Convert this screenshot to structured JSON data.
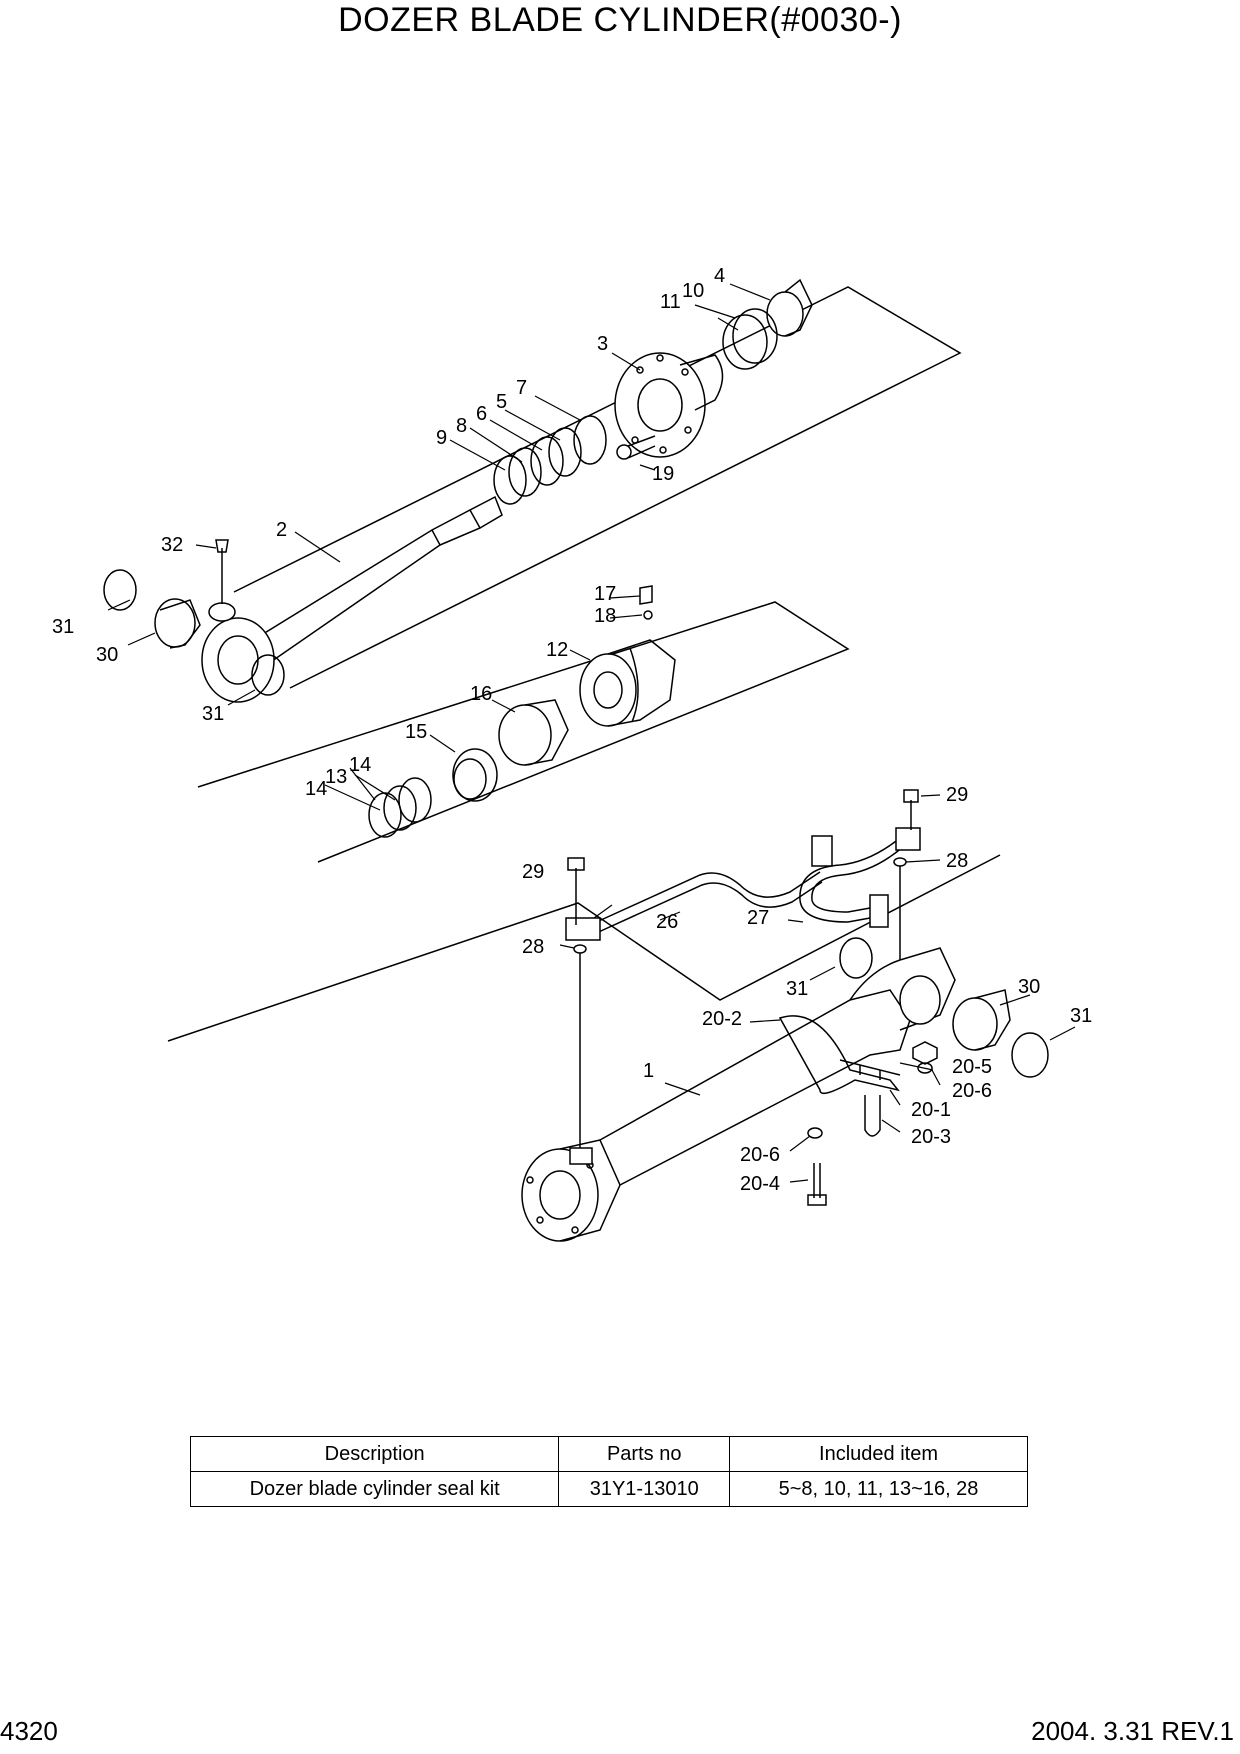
{
  "title": "DOZER BLADE CYLINDER(#0030-)",
  "diagram": {
    "part_labels": [
      "1",
      "2",
      "3",
      "4",
      "5",
      "6",
      "7",
      "8",
      "9",
      "10",
      "11",
      "12",
      "13",
      "14",
      "14",
      "15",
      "16",
      "17",
      "18",
      "19",
      "20-1",
      "20-2",
      "20-3",
      "20-4",
      "20-5",
      "20-6",
      "20-6",
      "26",
      "27",
      "28",
      "28",
      "29",
      "29",
      "30",
      "30",
      "31",
      "31",
      "31",
      "31",
      "32"
    ]
  },
  "table": {
    "headers": [
      "Description",
      "Parts no",
      "Included item"
    ],
    "rows": [
      [
        "Dozer blade cylinder seal kit",
        "31Y1-13010",
        "5~8, 10, 11, 13~16, 28"
      ]
    ]
  },
  "footer": {
    "page_number": "4320",
    "revision": "2004. 3.31  REV.1"
  }
}
